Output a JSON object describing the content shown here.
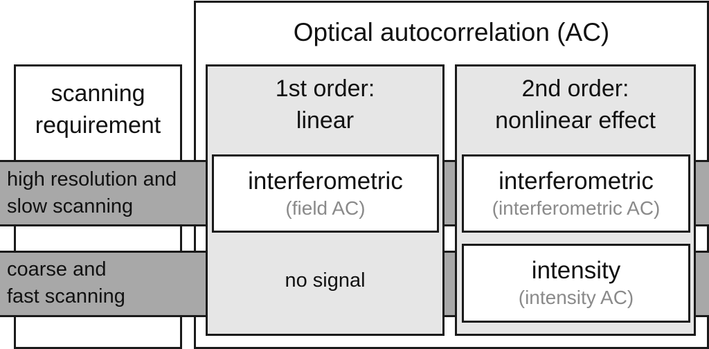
{
  "header": {
    "title": "Optical autocorrelation (AC)"
  },
  "scanning": {
    "title_line1": "scanning",
    "title_line2": "requirement"
  },
  "rows": [
    {
      "line1": "high resolution and",
      "line2": "slow scanning"
    },
    {
      "line1": "coarse and",
      "line2": "fast scanning"
    }
  ],
  "orders": [
    {
      "title_line1": "1st order:",
      "title_line2": "linear",
      "cells": [
        {
          "name": "interferometric",
          "sub": "(field AC)"
        },
        {
          "text": "no signal"
        }
      ]
    },
    {
      "title_line1": "2nd order:",
      "title_line2": "nonlinear effect",
      "cells": [
        {
          "name": "interferometric",
          "sub": "(interferometric AC)"
        },
        {
          "name": "intensity",
          "sub": "(intensity AC)"
        }
      ]
    }
  ],
  "colors": {
    "band": "#a8a8a8",
    "panel": "#e6e6e6",
    "subtitle": "#8a8a8a",
    "border": "#1a1a1a"
  }
}
